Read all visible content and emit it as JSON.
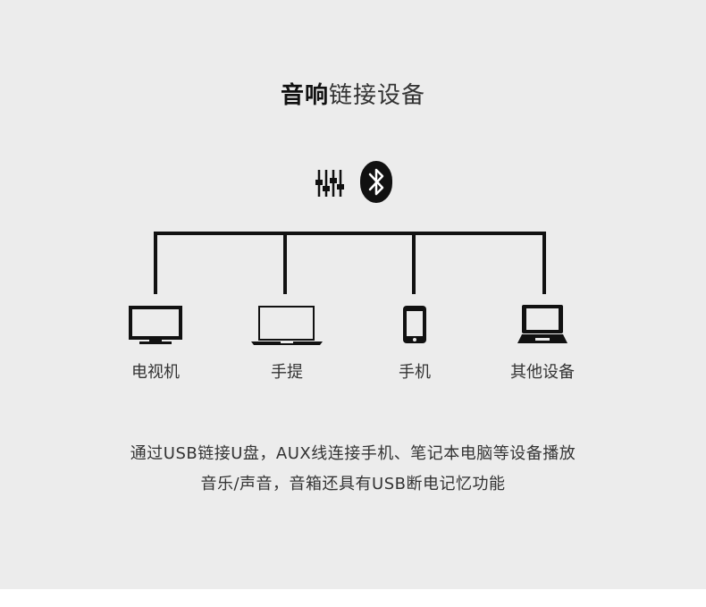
{
  "title": {
    "bold": "音响",
    "light": "链接设备"
  },
  "icons": {
    "source": [
      "equalizer-icon",
      "bluetooth-icon"
    ],
    "devices": [
      "tv-icon",
      "laptop-icon",
      "phone-icon",
      "notebook-icon"
    ]
  },
  "devices": [
    {
      "label": "电视机"
    },
    {
      "label": "手提"
    },
    {
      "label": "手机"
    },
    {
      "label": "其他设备"
    }
  ],
  "description": {
    "line1": "通过USB链接U盘，AUX线连接手机、笔记本电脑等设备播放",
    "line2": "音乐/声音，音箱还具有USB断电记忆功能"
  },
  "colors": {
    "background": "#ececec",
    "ink": "#111111",
    "text": "#333333"
  }
}
